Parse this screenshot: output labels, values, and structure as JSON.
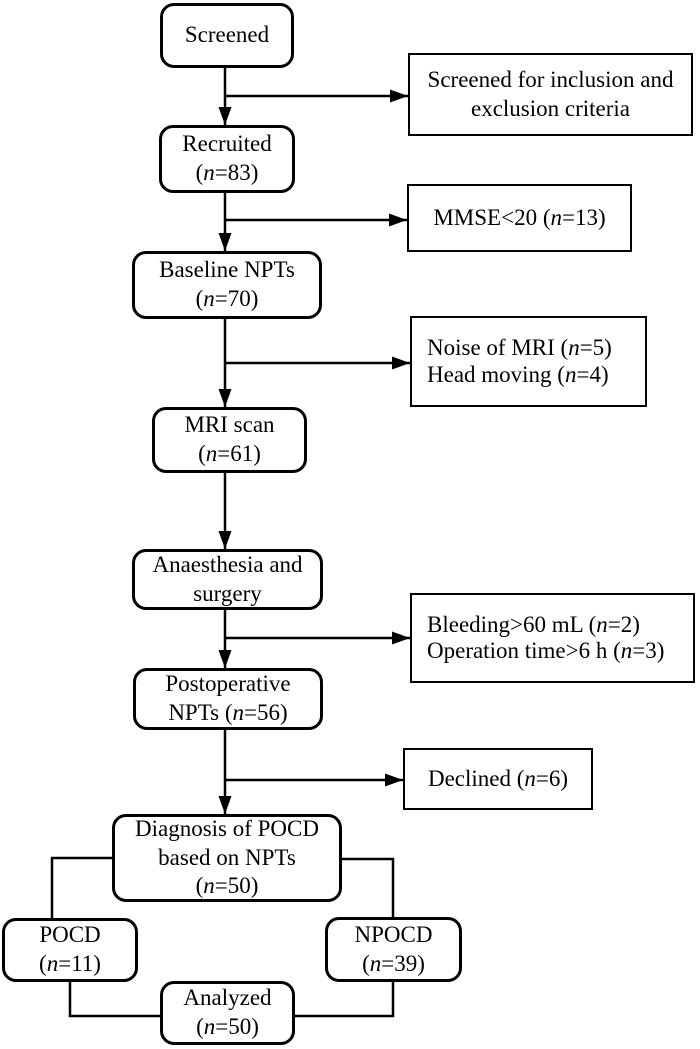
{
  "colors": {
    "line": "#000000",
    "background": "#ffffff"
  },
  "nodes": {
    "screened": {
      "text": "Screened"
    },
    "recruited": {
      "text": "Recruited\n(n=83)"
    },
    "baseline_npts": {
      "text": "Baseline NPTs\n(n=70)"
    },
    "mri_scan": {
      "text": "MRI scan\n(n=61)"
    },
    "anaesthesia": {
      "text": "Anaesthesia and\nsurgery"
    },
    "postoperative_npts": {
      "text": "Postoperative\nNPTs (n=56)"
    },
    "diagnosis": {
      "text": "Diagnosis of POCD\nbased on NPTs\n(n=50)"
    },
    "pocd": {
      "text": "POCD\n(n=11)"
    },
    "npocd": {
      "text": "NPOCD\n(n=39)"
    },
    "analyzed": {
      "text": "Analyzed\n(n=50)"
    }
  },
  "exclusions": {
    "inclusion_criteria": {
      "text": "Screened for inclusion and\nexclusion criteria"
    },
    "mmse": {
      "text": "MMSE<20 (n=13)"
    },
    "mri_exclusions": {
      "text": "Noise of MRI (n=5)\nHead moving (n=4)"
    },
    "surgery_exclusions": {
      "text": "Bleeding>60 mL (n=2)\nOperation time>6 h (n=3)"
    },
    "declined": {
      "text": "Declined (n=6)"
    }
  },
  "edges": [
    [
      "screened",
      "recruited"
    ],
    [
      "screened",
      "inclusion_criteria"
    ],
    [
      "recruited",
      "baseline_npts"
    ],
    [
      "recruited",
      "mmse"
    ],
    [
      "baseline_npts",
      "mri_scan"
    ],
    [
      "baseline_npts",
      "mri_exclusions"
    ],
    [
      "mri_scan",
      "anaesthesia"
    ],
    [
      "anaesthesia",
      "postoperative_npts"
    ],
    [
      "anaesthesia",
      "surgery_exclusions"
    ],
    [
      "postoperative_npts",
      "diagnosis"
    ],
    [
      "postoperative_npts",
      "declined"
    ],
    [
      "diagnosis",
      "pocd"
    ],
    [
      "diagnosis",
      "npocd"
    ],
    [
      "pocd",
      "analyzed"
    ],
    [
      "npocd",
      "analyzed"
    ]
  ]
}
